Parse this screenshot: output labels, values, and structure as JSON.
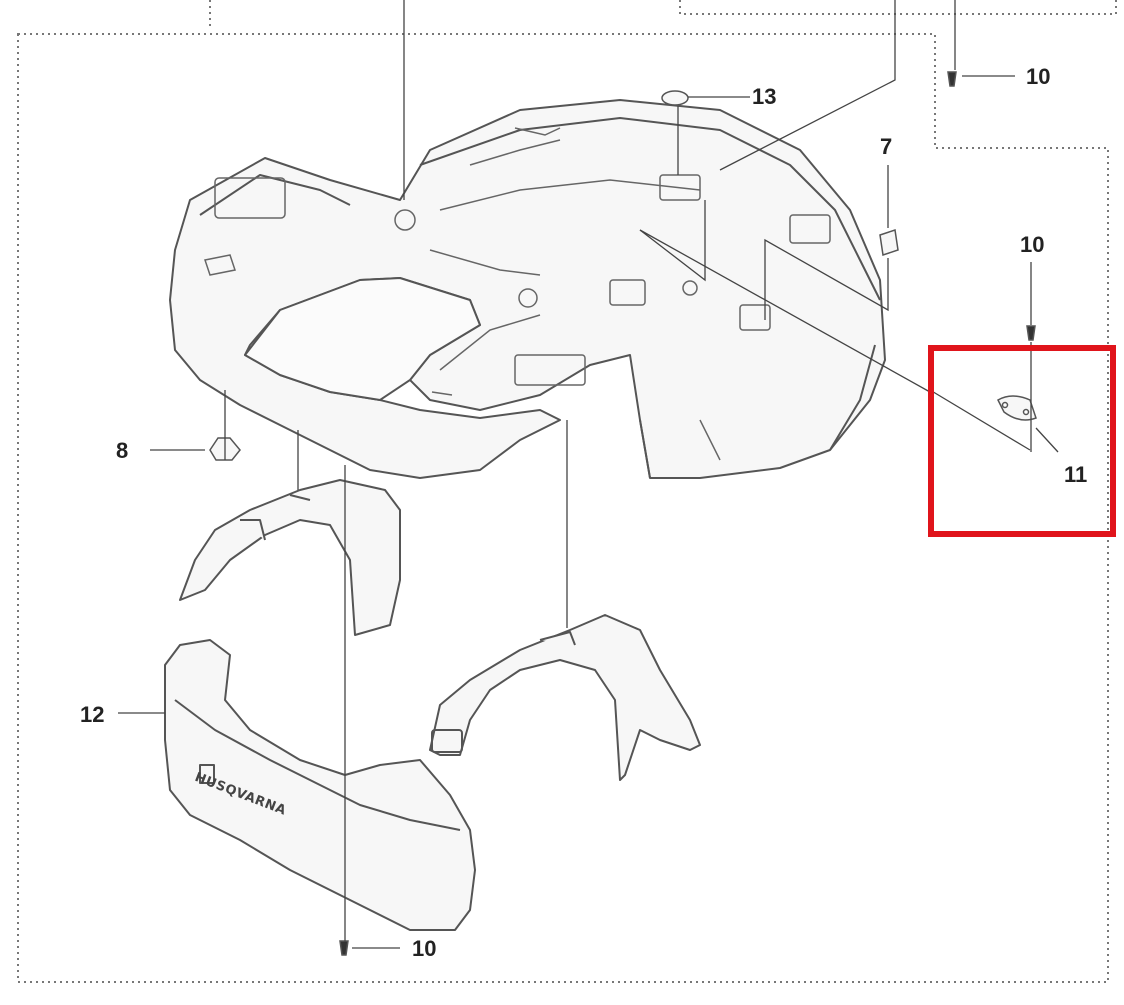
{
  "callouts": {
    "label_13": "13",
    "label_10_top_right": "10",
    "label_7": "7",
    "label_10_right": "10",
    "label_11": "11",
    "label_8": "8",
    "label_12": "12",
    "label_10_bottom": "10"
  },
  "brand_mark": "HUSQVARNA",
  "colors": {
    "line": "#555555",
    "fill": "#f7f7f7",
    "highlight": "#e0141b",
    "dotted_border": "#777777"
  }
}
